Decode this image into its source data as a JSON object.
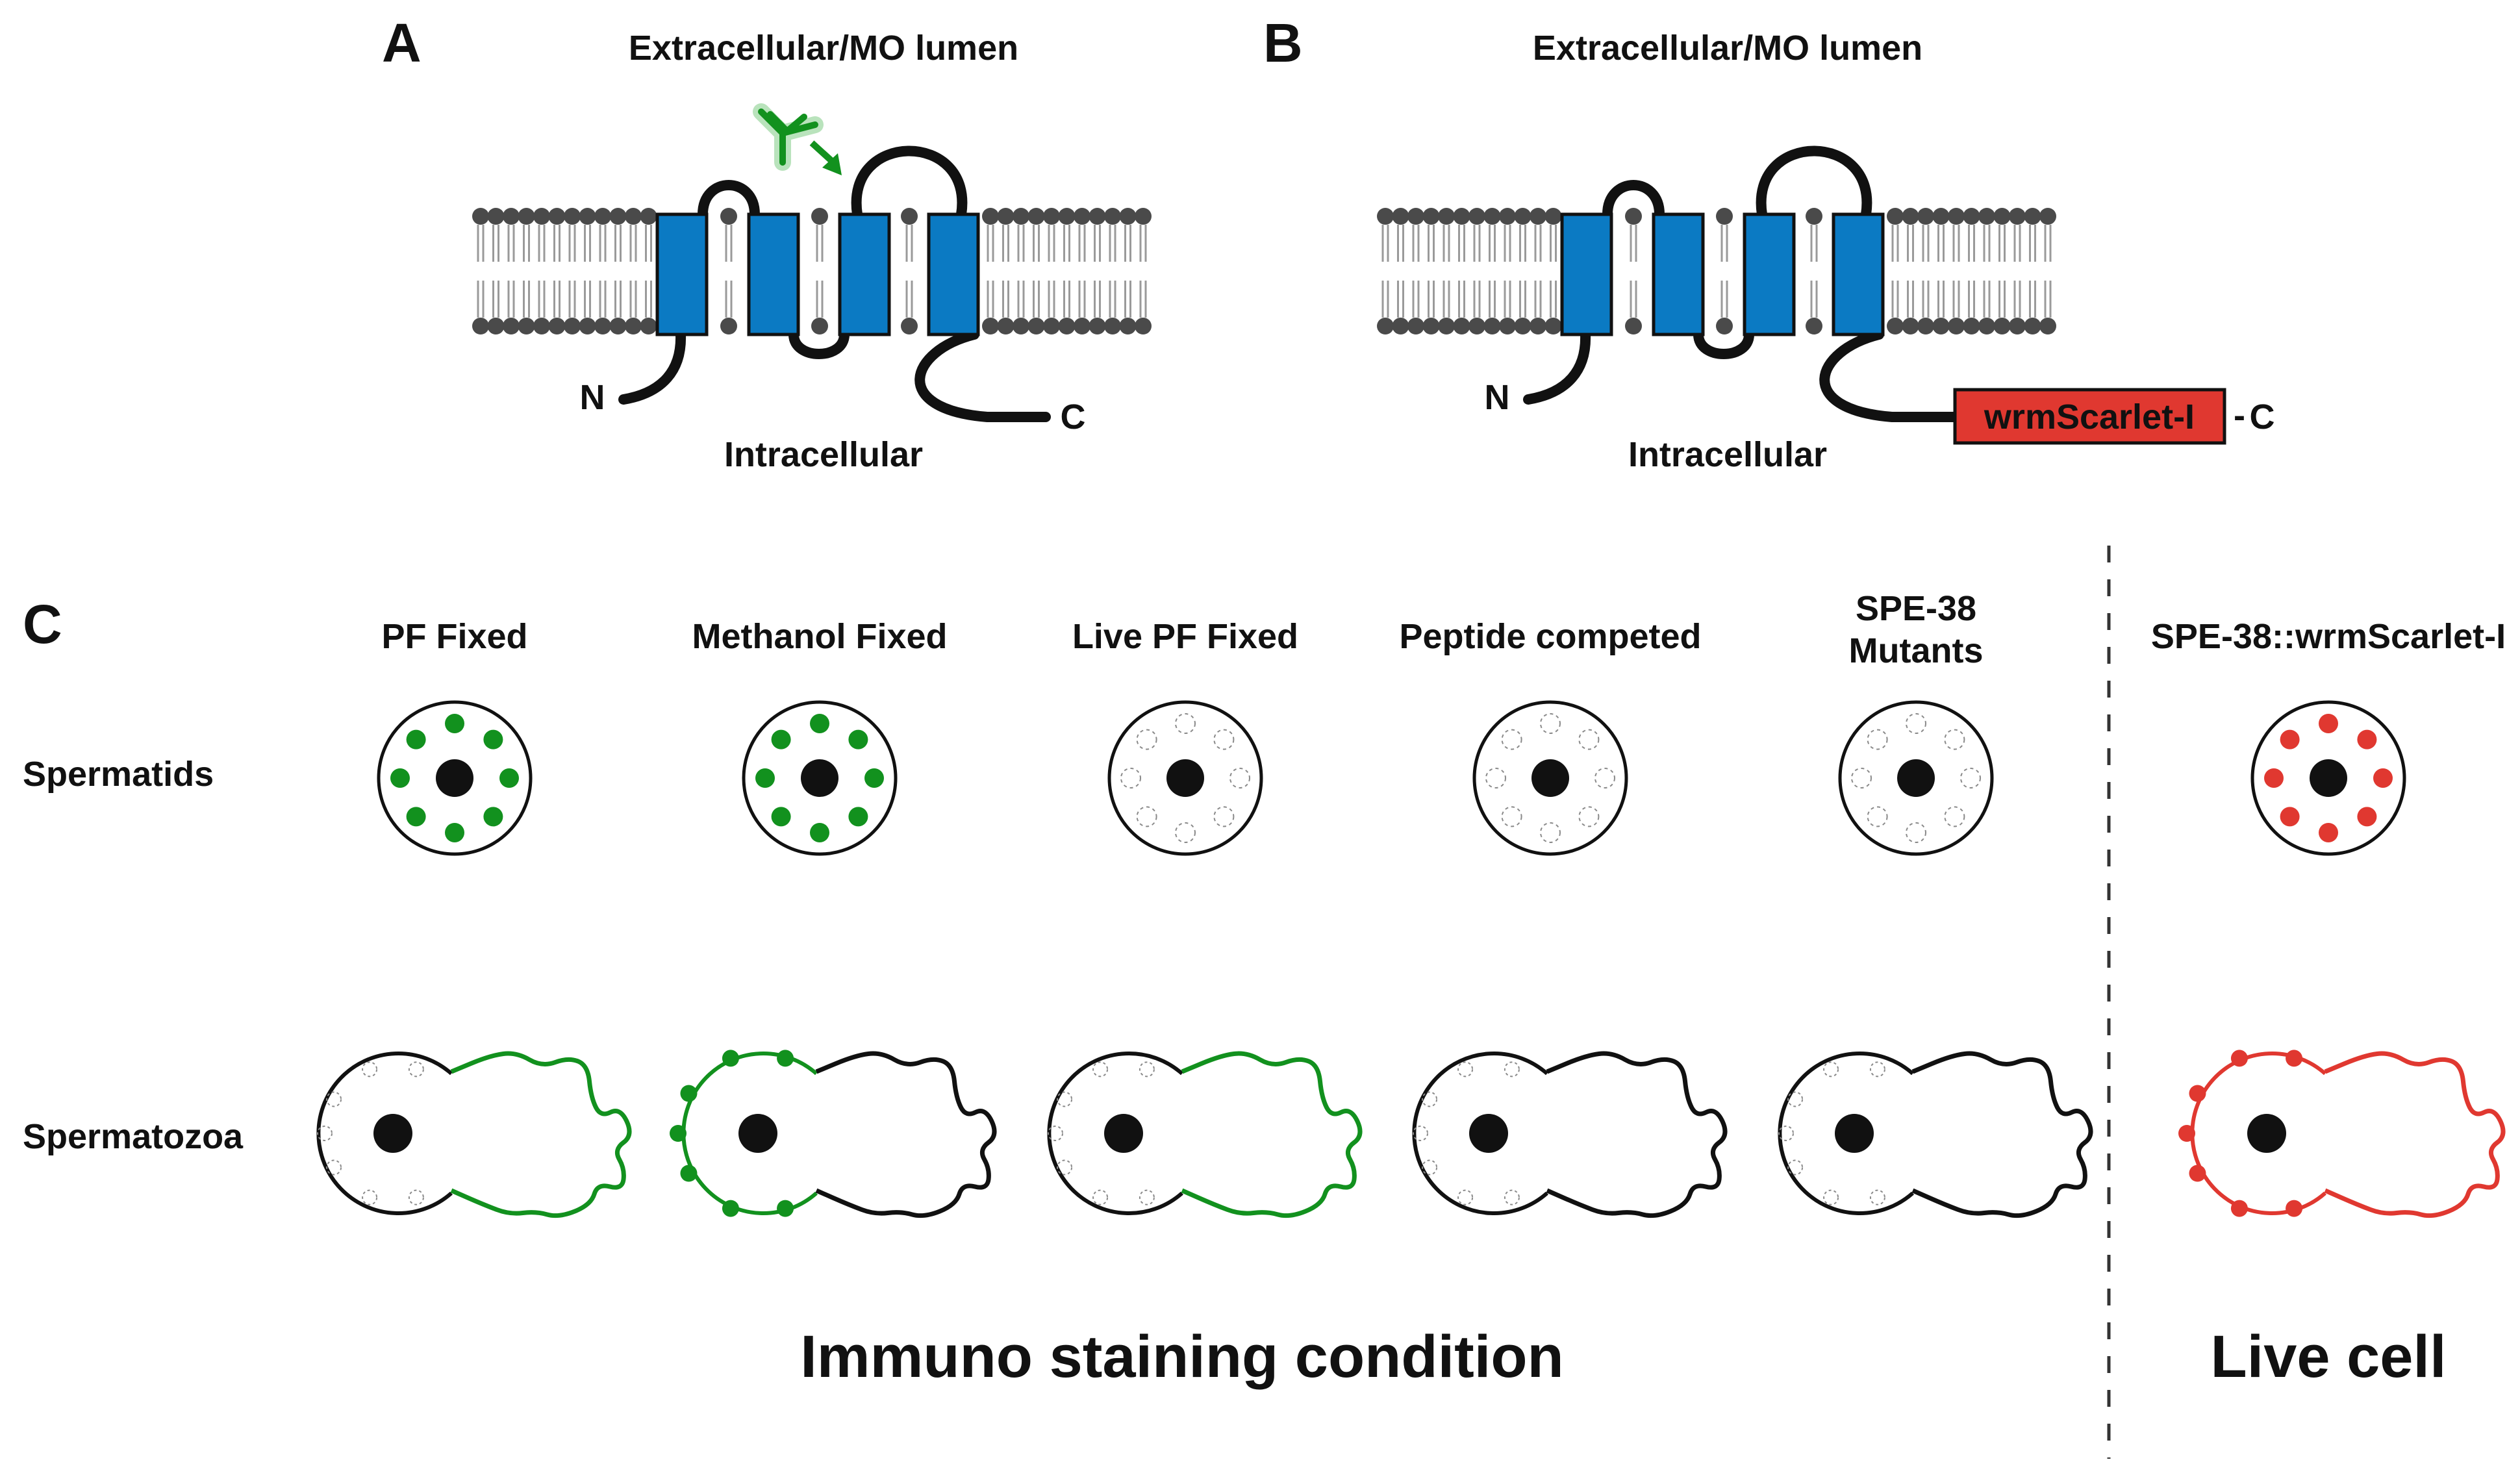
{
  "colors": {
    "helix": "#0b7ac3",
    "green_stain": "#12911e",
    "red_tag": "#e03830",
    "ink": "#111111",
    "lipid_head": "#4a4a4a",
    "lipid_tail": "#9a9a9a",
    "dashed_divider": "#333333"
  },
  "panel_a": {
    "letter": "A",
    "top_label": "Extracellular/MO lumen",
    "bottom_label": "Intracellular",
    "n_label": "N",
    "c_label": "C",
    "antibody_icon": "antibody-icon"
  },
  "panel_b": {
    "letter": "B",
    "top_label": "Extracellular/MO lumen",
    "bottom_label": "Intracellular",
    "n_label": "N",
    "c_label": "C",
    "tag_label": "wrmScarlet-I",
    "tag_dash": "-"
  },
  "panel_c": {
    "letter": "C",
    "row_labels": [
      "Spermatids",
      "Spermatozoa"
    ],
    "columns": [
      {
        "title": "PF Fixed",
        "spermatid": "green",
        "spermatozoa": "pseudopod-green"
      },
      {
        "title": "Methanol Fixed",
        "spermatid": "green",
        "spermatozoa": "body-green"
      },
      {
        "title": "Live PF Fixed",
        "spermatid": "empty",
        "spermatozoa": "pseudopod-green"
      },
      {
        "title": "Peptide competed",
        "spermatid": "empty",
        "spermatozoa": "none"
      },
      {
        "title": "SPE-38\nMutants",
        "spermatid": "empty",
        "spermatozoa": "none"
      },
      {
        "title": "SPE-38::wrmScarlet-I",
        "spermatid": "red",
        "spermatozoa": "all-red"
      }
    ],
    "group_labels": {
      "immuno": "Immuno staining condition",
      "live": "Live cell"
    }
  }
}
